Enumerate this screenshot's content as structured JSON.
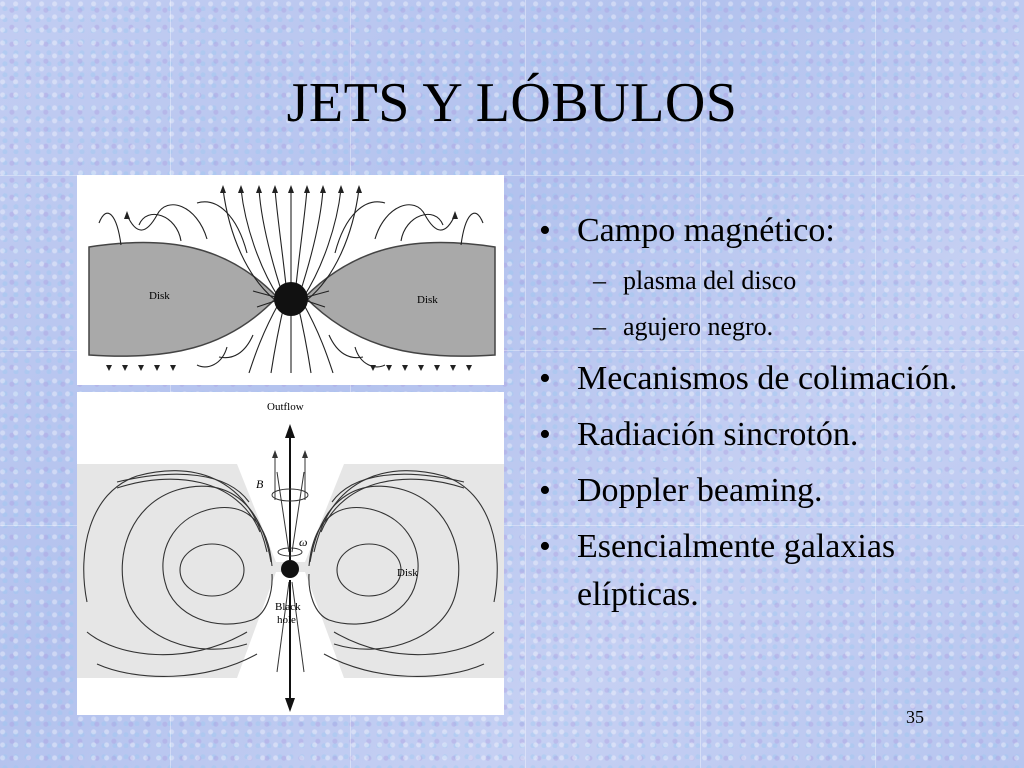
{
  "slide": {
    "title": "JETS Y LÓBULOS",
    "page_number": "35"
  },
  "figures": {
    "top": {
      "left_label": "Disk",
      "right_label": "Disk"
    },
    "bottom": {
      "outflow_label": "Outflow",
      "b_label": "B",
      "omega_label": "ω",
      "disk_label": "Disk",
      "black_hole_label_1": "Black",
      "black_hole_label_2": "hole"
    }
  },
  "bullets": {
    "b1": "Campo magnético:",
    "b1_sub1": "plasma del disco",
    "b1_sub2": "agujero negro.",
    "b2": "Mecanismos de colimación.",
    "b3": "Radiación sincrotón.",
    "b4": "Doppler beaming.",
    "b5": "Esencialmente galaxias elípticas."
  },
  "colors": {
    "background": "#b9c6ee",
    "disk_fill": "#a9a9a9"
  }
}
